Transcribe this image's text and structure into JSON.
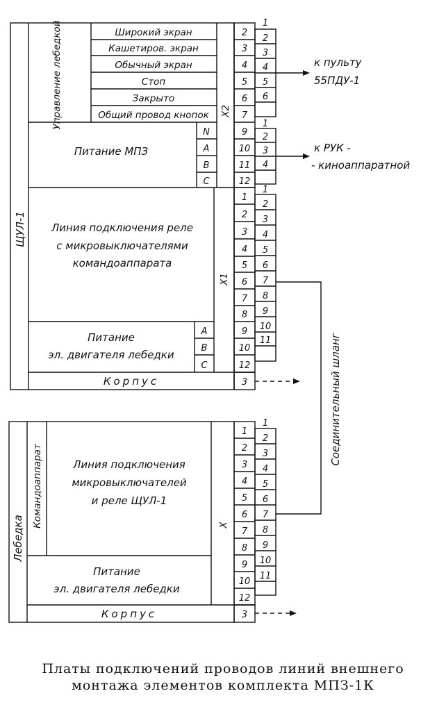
{
  "schuel": {
    "unit": "ЩУЛ-1",
    "control_group": "Управление лебедкой",
    "x2_label": "X2",
    "x1_label": "X1",
    "control_rows": [
      {
        "label": "Широкий экран",
        "pin": "2"
      },
      {
        "label": "Кашетиров. экран",
        "pin": "3"
      },
      {
        "label": "Обычный экран",
        "pin": "4"
      },
      {
        "label": "Стоп",
        "pin": "5"
      },
      {
        "label": "Закрыто",
        "pin": "6"
      },
      {
        "label": "Общий провод кнопок",
        "pin": "7"
      }
    ],
    "remote_pins": [
      "1",
      "2",
      "3",
      "4",
      "5",
      "6"
    ],
    "remote_target": [
      "к пульту",
      "55ПДУ-1"
    ],
    "mpz_label": "Питание МПЗ",
    "mpz_phases": [
      "N",
      "A",
      "B",
      "C"
    ],
    "mpz_pins": [
      "9",
      "10",
      "11",
      "12"
    ],
    "ruk_pins": [
      "1",
      "2",
      "3",
      "4"
    ],
    "ruk_target": [
      "к РУК -",
      "- киноаппаратной"
    ],
    "relay_label": [
      "Линия подключения реле",
      "с микровыключателями",
      "командоаппарата"
    ],
    "x1_pins": [
      "1",
      "2",
      "3",
      "4",
      "5",
      "6",
      "7",
      "8",
      "9",
      "10",
      "12"
    ],
    "x1_outer_pins": [
      "1",
      "2",
      "3",
      "4",
      "5",
      "6",
      "7",
      "8",
      "9",
      "10",
      "11"
    ],
    "motor_label": [
      "Питание",
      "эл. двигателя лебедки"
    ],
    "motor_phases": [
      "A",
      "B",
      "C"
    ],
    "body_label": "Корпус",
    "body_pin": "3"
  },
  "winch": {
    "unit": "Лебедка",
    "commander": "Командоаппарат",
    "x_label": "X",
    "line_label": [
      "Линия подключения",
      "микровыключателей",
      "и реле ЩУЛ-1"
    ],
    "motor_label": [
      "Питание",
      "эл. двигателя лебедки"
    ],
    "x_pins": [
      "1",
      "2",
      "3",
      "4",
      "5",
      "6",
      "7",
      "8",
      "9",
      "10",
      "12"
    ],
    "outer_pins": [
      "1",
      "2",
      "3",
      "4",
      "5",
      "6",
      "7",
      "8",
      "9",
      "10",
      "11"
    ],
    "body_label": "Корпус",
    "body_pin": "3"
  },
  "hose_label": "Соединительный шланг",
  "caption": [
    "Платы подключений проводов линий внешнего",
    "монтажа элементов комплекта МПЗ-1К"
  ]
}
